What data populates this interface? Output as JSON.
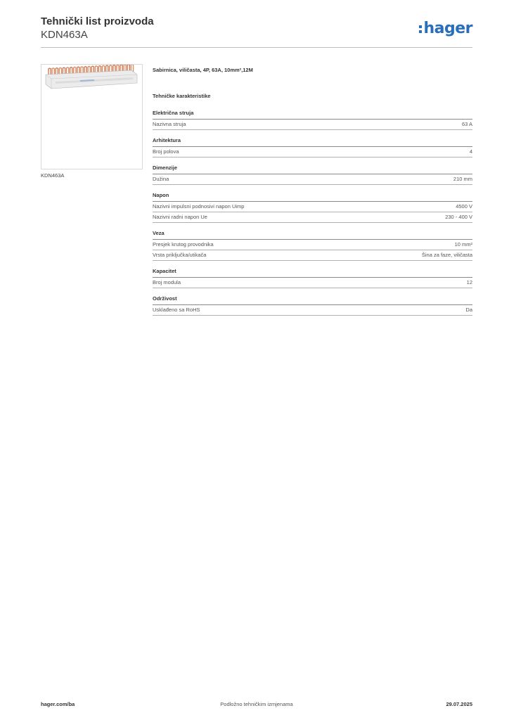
{
  "header": {
    "title": "Tehnički list proizvoda",
    "product_code": "KDN463A",
    "logo_text": "hager",
    "brand_color": "#2a6ebb"
  },
  "image": {
    "caption": "KDN463A",
    "module_count": 12,
    "pole_count": 4
  },
  "product_description": "Sabirnica, viličasta, 4P, 63A, 10mm²,12M",
  "section_title": "Tehničke karakteristike",
  "groups": [
    {
      "title": "Električna struja",
      "rows": [
        {
          "label": "Nazivna struja",
          "value": "63 A"
        }
      ]
    },
    {
      "title": "Arhitektura",
      "rows": [
        {
          "label": "Broj polova",
          "value": "4"
        }
      ]
    },
    {
      "title": "Dimenzije",
      "rows": [
        {
          "label": "Dužina",
          "value": "210 mm"
        }
      ]
    },
    {
      "title": "Napon",
      "rows": [
        {
          "label": "Nazivni impulsni podnosivi napon Uimp",
          "value": "4500 V"
        },
        {
          "label": "Nazivni radni napon Ue",
          "value": "230 - 400 V"
        }
      ]
    },
    {
      "title": "Veza",
      "rows": [
        {
          "label": "Presjek krutog provodnika",
          "value": "10 mm²"
        },
        {
          "label": "Vrsta priključka/utikača",
          "value": "Šina za faze, viličasta"
        }
      ]
    },
    {
      "title": "Kapacitet",
      "rows": [
        {
          "label": "Broj modula",
          "value": "12"
        }
      ]
    },
    {
      "title": "Održivost",
      "rows": [
        {
          "label": "Usklađeno sa RoHS",
          "value": "Da"
        }
      ]
    }
  ],
  "footer": {
    "website": "hager.com/ba",
    "notice": "Podložno tehničkim izmjenama",
    "date": "29.07.2025"
  }
}
